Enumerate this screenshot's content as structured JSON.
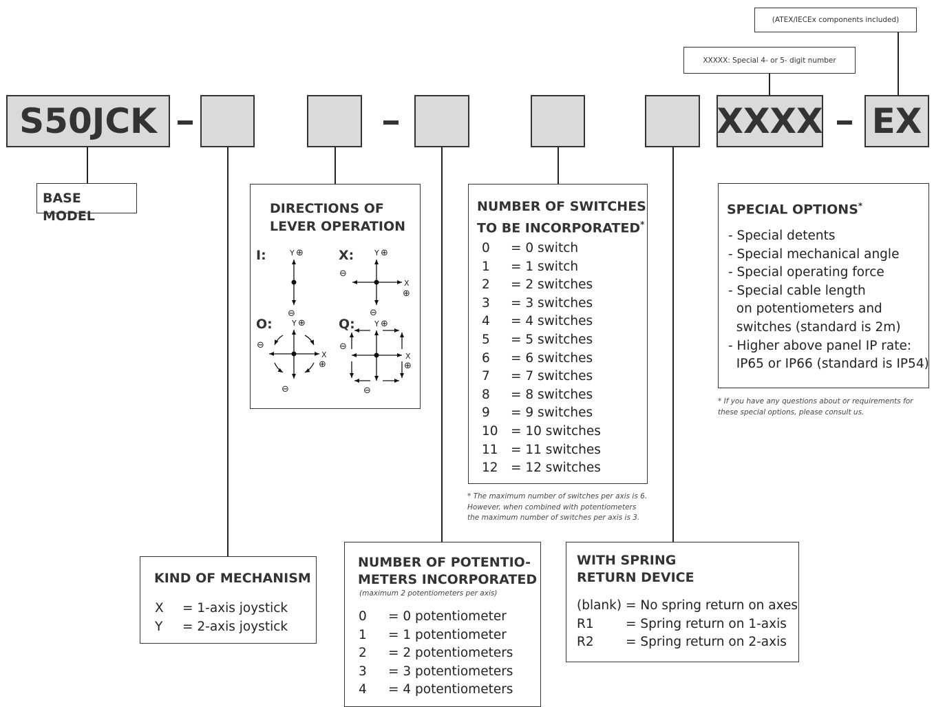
{
  "callouts": {
    "atex": "(ATEX/IECEx components included)",
    "special_number": "XXXXX: Special 4- or 5- digit number"
  },
  "code": {
    "base": "S50JCK",
    "special": "XXXX",
    "ex": "EX"
  },
  "base_model": {
    "label": "BASE MODEL"
  },
  "mechanism": {
    "title": "KIND OF MECHANISM",
    "items": [
      {
        "key": "X",
        "value": "= 1-axis joystick"
      },
      {
        "key": "Y",
        "value": "= 2-axis joystick"
      }
    ]
  },
  "directions": {
    "title_line1": "DIRECTIONS OF",
    "title_line2": "LEVER OPERATION",
    "diagrams": [
      {
        "code": "I:",
        "icon": "single-axis-y-icon"
      },
      {
        "code": "X:",
        "icon": "single-axis-x-icon"
      },
      {
        "code": "O:",
        "icon": "omnidirectional-icon"
      },
      {
        "code": "Q:",
        "icon": "quadrant-gate-icon"
      }
    ],
    "axis_labels": {
      "x": "X",
      "y": "Y",
      "plus": "⊕",
      "minus": "⊖"
    }
  },
  "potentiometers": {
    "title_line1": "NUMBER OF POTENTIO-",
    "title_line2": "METERS INCORPORATED",
    "subtitle": "(maximum 2 potentiometers per axis)",
    "items": [
      {
        "key": "0",
        "value": "= 0 potentiometer"
      },
      {
        "key": "1",
        "value": "= 1 potentiometer"
      },
      {
        "key": "2",
        "value": "= 2 potentiometers"
      },
      {
        "key": "3",
        "value": "= 3 potentiometers"
      },
      {
        "key": "4",
        "value": "= 4 potentiometers"
      }
    ]
  },
  "switches": {
    "title_line1": "NUMBER OF SWITCHES",
    "title_line2": "TO BE INCORPORATED",
    "title_mark": "*",
    "items": [
      {
        "key": "0",
        "value": "= 0 switch"
      },
      {
        "key": "1",
        "value": "= 1 switch"
      },
      {
        "key": "2",
        "value": "= 2 switches"
      },
      {
        "key": "3",
        "value": "= 3 switches"
      },
      {
        "key": "4",
        "value": "= 4 switches"
      },
      {
        "key": "5",
        "value": "= 5 switches"
      },
      {
        "key": "6",
        "value": "= 6 switches"
      },
      {
        "key": "7",
        "value": "= 7 switches"
      },
      {
        "key": "8",
        "value": "= 8 switches"
      },
      {
        "key": "9",
        "value": "= 9 switches"
      },
      {
        "key": "10",
        "value": "= 10 switches"
      },
      {
        "key": "11",
        "value": "= 11 switches"
      },
      {
        "key": "12",
        "value": "= 12 switches"
      }
    ],
    "note_line1": "* The maximum number of switches per axis is 6.",
    "note_line2": "However, when combined with potentiometers",
    "note_line3": "the maximum number of switches per axis is 3."
  },
  "spring": {
    "title_line1": "WITH SPRING",
    "title_line2": "RETURN DEVICE",
    "items": [
      {
        "key": "(blank)",
        "value": "= No spring return on axes"
      },
      {
        "key": "R1",
        "value": "= Spring return on 1-axis"
      },
      {
        "key": "R2",
        "value": "= Spring return on 2-axis"
      }
    ]
  },
  "special_options": {
    "title": "SPECIAL OPTIONS",
    "title_mark": "*",
    "lines": [
      "- Special detents",
      "- Special mechanical angle",
      "- Special operating force",
      "- Special cable length",
      "  on potentiometers and",
      "  switches (standard is 2m)",
      "- Higher above panel IP rate:",
      "  IP65 or IP66 (standard is IP54)"
    ],
    "note_line1": "* If you have any questions about or requirements for",
    "note_line2": "these special options, please consult us."
  }
}
